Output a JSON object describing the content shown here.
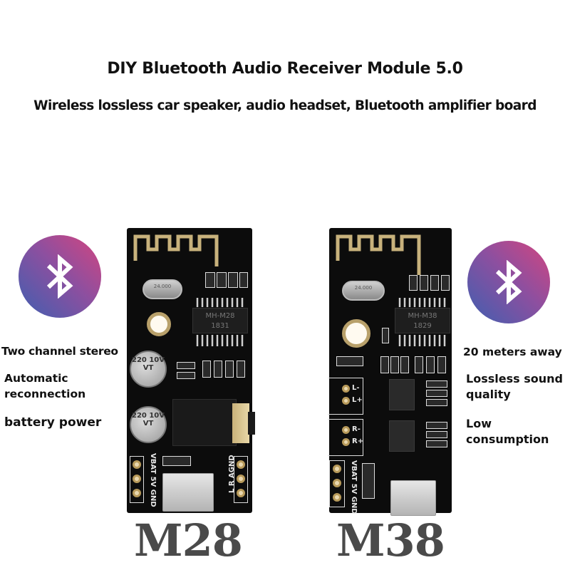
{
  "header": {
    "title": "DIY Bluetooth Audio Receiver Module 5.0",
    "subtitle": "Wireless lossless car speaker, audio headset, Bluetooth amplifier board"
  },
  "icons": {
    "left": "bluetooth-icon",
    "right": "bluetooth-icon",
    "gradient_colors": [
      "#d4457f",
      "#8e4f9f",
      "#3f5fb0"
    ]
  },
  "features_left": [
    "Two channel stereo",
    "Automatic reconnection",
    "battery power"
  ],
  "features_right": [
    "20 meters away",
    "Lossless sound quality",
    "Low consumption"
  ],
  "boards": {
    "m28": {
      "label": "M28",
      "chip_line1": "MH-M28",
      "chip_line2": "1831",
      "crystal": "24.000",
      "cap_text": "220 10V VT",
      "pins_left": "VBAT 5V GND",
      "pins_right": "L R AGND"
    },
    "m38": {
      "label": "M38",
      "chip_line1": "MH-M38",
      "chip_line2": "1829",
      "crystal": "24.000",
      "out_l_minus": "L-",
      "out_l_plus": "L+",
      "out_r_minus": "R-",
      "out_r_plus": "R+",
      "pins_left": "VBAT 5V GND"
    }
  }
}
